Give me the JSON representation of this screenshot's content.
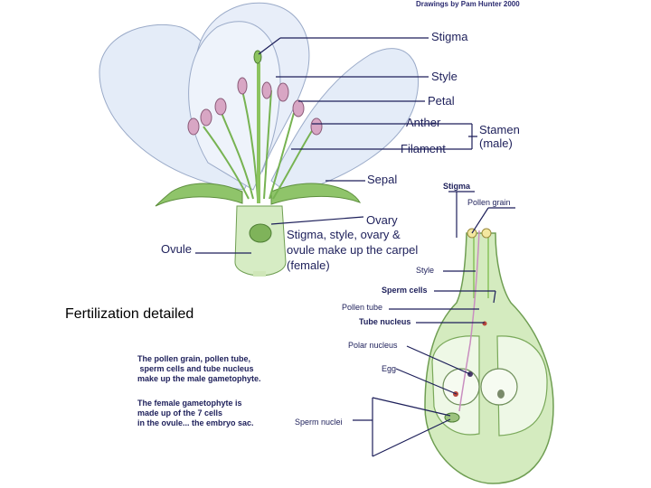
{
  "credit": "Drawings by Pam Hunter 2000",
  "flower_labels": {
    "stigma": "Stigma",
    "style": "Style",
    "petal": "Petal",
    "anther": "Anther",
    "filament": "Filament",
    "stamen": "Stamen",
    "stamen_male": "(male)",
    "sepal": "Sepal",
    "ovary": "Ovary",
    "carpel_line1": "Stigma, style, ovary &",
    "carpel_line2": "ovule make up the carpel",
    "carpel_line3": "(female)",
    "ovule": "Ovule"
  },
  "caption": "Fertilization detailed",
  "detail_labels": {
    "stigma": "Stigma",
    "pollen_grain": "Pollen grain",
    "style": "Style",
    "sperm_cells": "Sperm cells",
    "pollen_tube": "Pollen tube",
    "tube_nucleus": "Tube nucleus",
    "polar_nucleus": "Polar nucleus",
    "egg": "Egg",
    "sperm_nuclei": "Sperm nuclei"
  },
  "notes": {
    "male_line1": "The pollen grain, pollen tube,",
    "male_line2": " sperm cells and tube nucleus",
    "male_line3": "make up the male gametophyte.",
    "female_line1": "The female gametophyte is",
    "female_line2": "made up of the 7 cells",
    "female_line3": "in the ovule... the embryo sac."
  }
}
